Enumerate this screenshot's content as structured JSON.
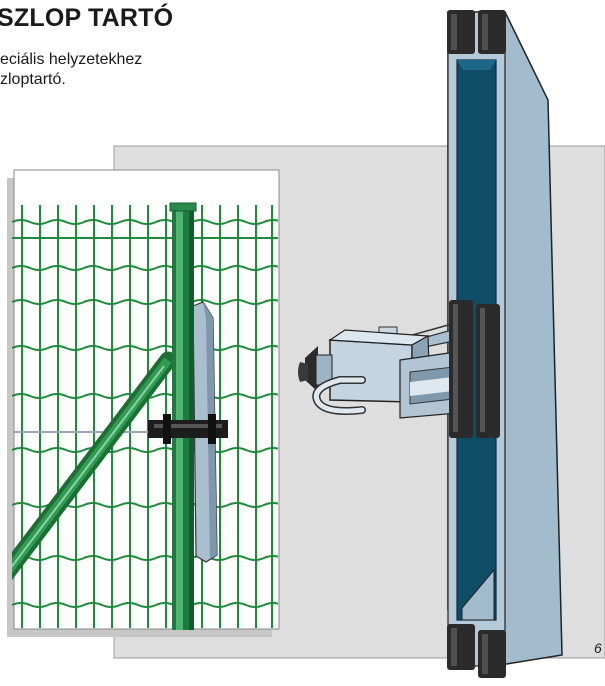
{
  "heading": {
    "title": "SZLOP TARTÓ",
    "subtitle_line1": "eciális helyzetekhez",
    "subtitle_line2": "zloptartó."
  },
  "page_number": "6",
  "illustration": {
    "subject": "fence post holder bracket clamped to a steel pillar",
    "colors": {
      "mesh_green": "#1f8a3c",
      "post_green": "#27864a",
      "steel_light": "#9fb9cc",
      "steel_dark": "#0f4c66",
      "rubber_black": "#2b2b2b",
      "wall_gray": "#dedede",
      "panel_white": "#ffffff",
      "shadow_gray": "#c9c9c9"
    }
  }
}
